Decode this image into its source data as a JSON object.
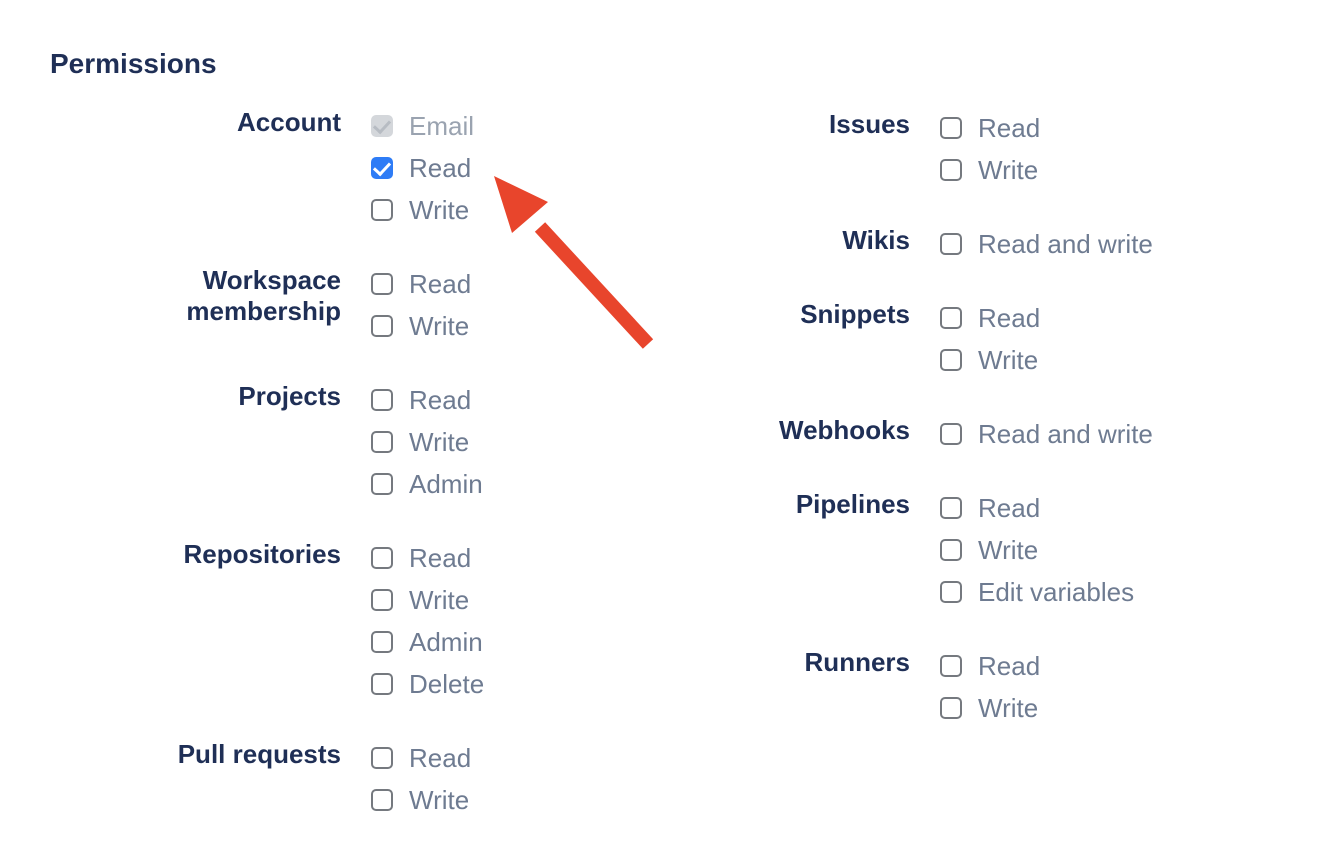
{
  "page": {
    "heading": "Permissions"
  },
  "theme": {
    "heading_color": "#1f2f56",
    "group_label_color": "#1f2f56",
    "option_label_color": "#6e7b91",
    "option_disabled_label_color": "#9aa3b0",
    "checkbox_border_color": "#75797f",
    "checkbox_checked_color": "#2e7cf6",
    "checkbox_disabled_bg_color": "#d4d7db",
    "arrow_color": "#e8452c"
  },
  "annotation": {
    "arrow": {
      "color": "#e8452c"
    }
  },
  "columns": [
    {
      "groups": [
        {
          "label": "Account",
          "options": [
            {
              "label": "Email",
              "state": "checked-disabled"
            },
            {
              "label": "Read",
              "state": "checked"
            },
            {
              "label": "Write",
              "state": "unchecked"
            }
          ]
        },
        {
          "label": "Workspace membership",
          "options": [
            {
              "label": "Read",
              "state": "unchecked"
            },
            {
              "label": "Write",
              "state": "unchecked"
            }
          ]
        },
        {
          "label": "Projects",
          "options": [
            {
              "label": "Read",
              "state": "unchecked"
            },
            {
              "label": "Write",
              "state": "unchecked"
            },
            {
              "label": "Admin",
              "state": "unchecked"
            }
          ]
        },
        {
          "label": "Repositories",
          "options": [
            {
              "label": "Read",
              "state": "unchecked"
            },
            {
              "label": "Write",
              "state": "unchecked"
            },
            {
              "label": "Admin",
              "state": "unchecked"
            },
            {
              "label": "Delete",
              "state": "unchecked"
            }
          ]
        },
        {
          "label": "Pull requests",
          "options": [
            {
              "label": "Read",
              "state": "unchecked"
            },
            {
              "label": "Write",
              "state": "unchecked"
            }
          ]
        }
      ]
    },
    {
      "groups": [
        {
          "label": "Issues",
          "options": [
            {
              "label": "Read",
              "state": "unchecked"
            },
            {
              "label": "Write",
              "state": "unchecked"
            }
          ]
        },
        {
          "label": "Wikis",
          "options": [
            {
              "label": "Read and write",
              "state": "unchecked"
            }
          ]
        },
        {
          "label": "Snippets",
          "options": [
            {
              "label": "Read",
              "state": "unchecked"
            },
            {
              "label": "Write",
              "state": "unchecked"
            }
          ]
        },
        {
          "label": "Webhooks",
          "options": [
            {
              "label": "Read and write",
              "state": "unchecked"
            }
          ]
        },
        {
          "label": "Pipelines",
          "options": [
            {
              "label": "Read",
              "state": "unchecked"
            },
            {
              "label": "Write",
              "state": "unchecked"
            },
            {
              "label": "Edit variables",
              "state": "unchecked"
            }
          ]
        },
        {
          "label": "Runners",
          "options": [
            {
              "label": "Read",
              "state": "unchecked"
            },
            {
              "label": "Write",
              "state": "unchecked"
            }
          ]
        }
      ]
    }
  ]
}
